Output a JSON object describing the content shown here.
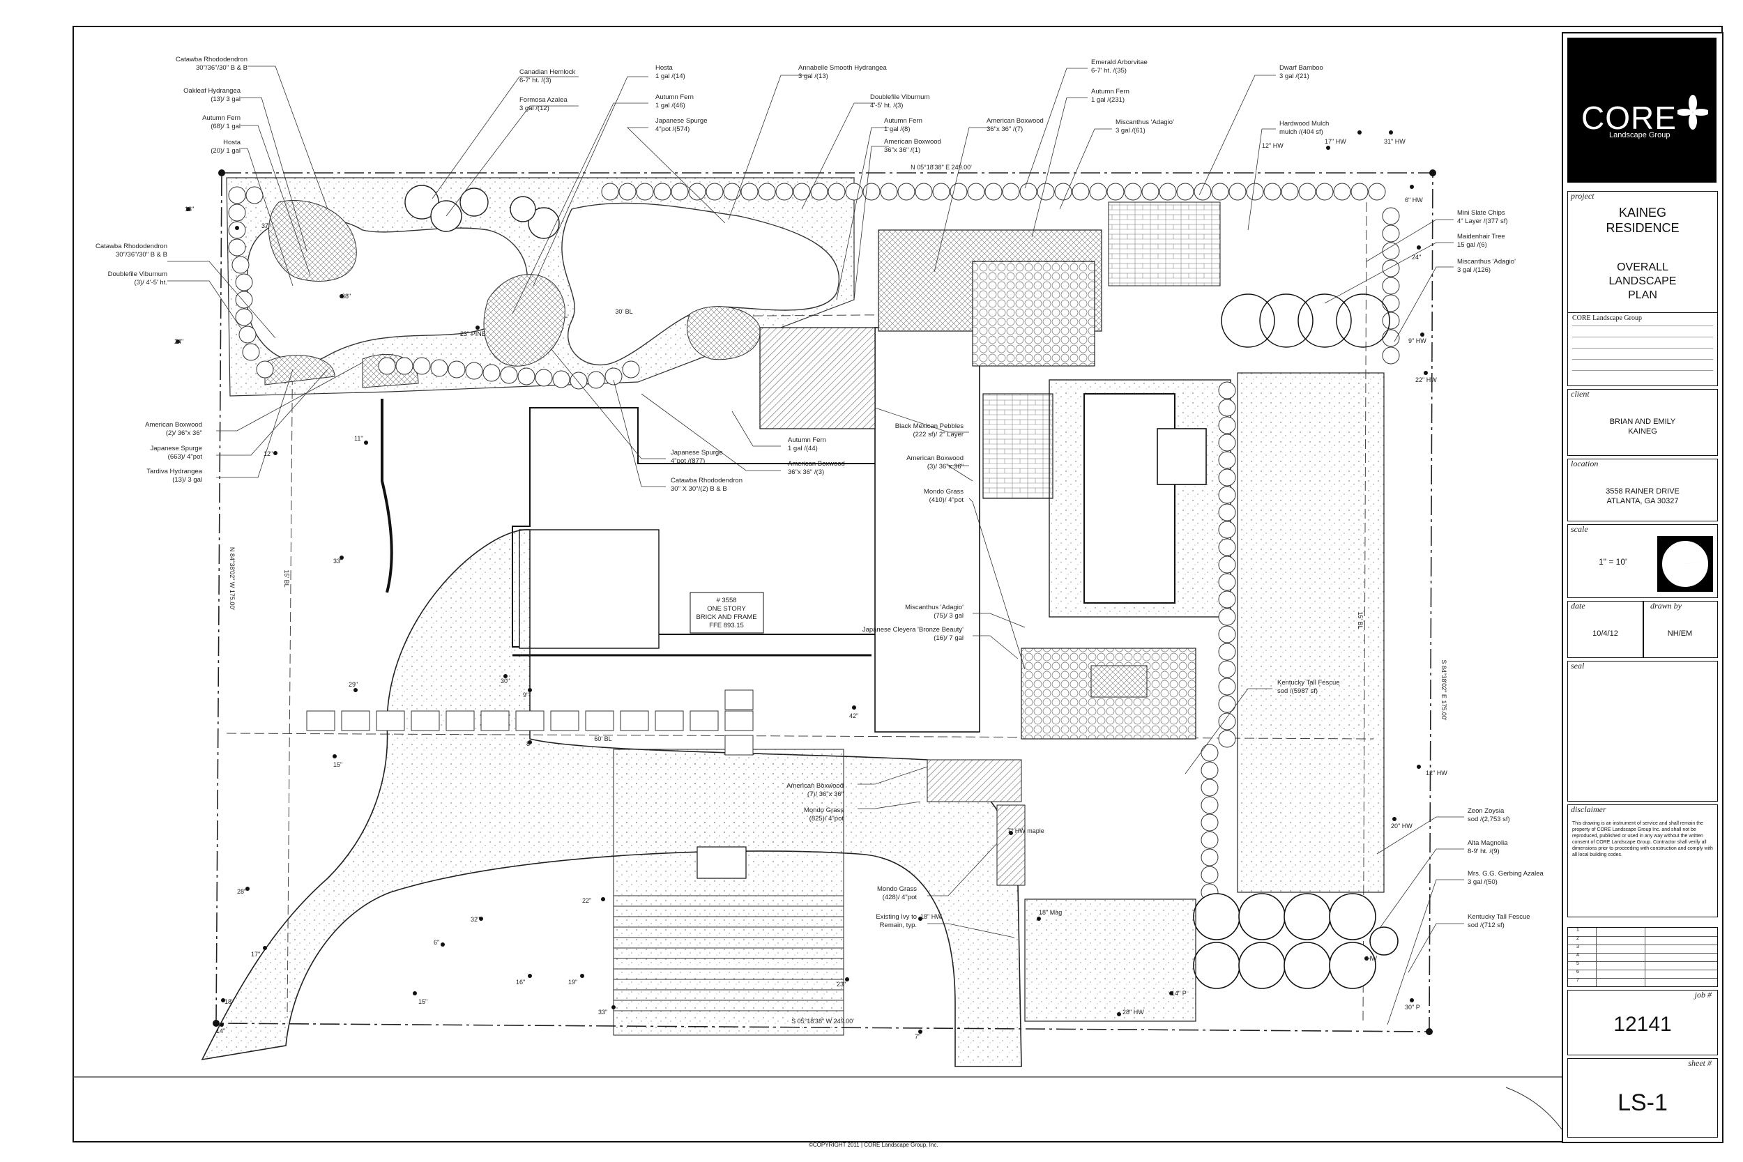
{
  "company": {
    "name": "CORE",
    "subtitle": "Landscape Group",
    "small_name": "CORE Landscape Group"
  },
  "title_block": {
    "project_tag": "project",
    "project_line1": "KAINEG",
    "project_line2": "RESIDENCE",
    "plan_line1": "OVERALL",
    "plan_line2": "LANDSCAPE",
    "plan_line3": "PLAN",
    "client_tag": "client",
    "client_line1": "BRIAN AND EMILY",
    "client_line2": "KAINEG",
    "location_tag": "location",
    "location_line1": "3558 RAINER DRIVE",
    "location_line2": "ATLANTA, GA 30327",
    "scale_tag": "scale",
    "scale_value": "1\" = 10'",
    "date_tag": "date",
    "drawn_tag": "drawn by",
    "date_value": "10/4/12",
    "drawn_value": "NH/EM",
    "seal_tag": "seal",
    "disclaimer_tag": "disclaimer",
    "disclaimer_text": "This drawing is an instrument of service and shall remain the property of CORE Landscape Group Inc. and shall not be reproduced, published or used in any way without the written consent of CORE Landscape Group. Contractor shall verify all dimensions prior to proceeding with construction and comply with all local building codes.",
    "revisions": [
      "1",
      "2",
      "3",
      "4",
      "5",
      "6",
      "7"
    ],
    "job_tag": "job #",
    "job_value": "12141",
    "sheet_tag": "sheet #",
    "sheet_value": "LS-1"
  },
  "copyright": "©COPYRIGHT 2011 | CORE Landscape Group, Inc.",
  "house": {
    "line1": "# 3558",
    "line2": "ONE STORY",
    "line3": "BRICK AND FRAME",
    "line4": "FFE 893.15"
  },
  "dimensions": {
    "north": "N 05°18'38\" E 249.00'",
    "south": "S 05°18'38\" W 249.00'",
    "west": "N 84°38'02\" W 175.00'",
    "east": "S 84°38'02\" E 175.00'",
    "rear_bl": "30' BL",
    "front_bl": "60' BL",
    "side_bl_w": "15' BL",
    "side_bl_e": "15' BL"
  },
  "callouts": [
    {
      "t1": "Catawba Rhododendron",
      "t2": "30\"/36\"/30\" B & B"
    },
    {
      "t1": "Oakleaf Hydrangea",
      "t2": "(13)/    3 gal"
    },
    {
      "t1": "Autumn Fern",
      "t2": "(68)/    1 gal"
    },
    {
      "t1": "Hosta",
      "t2": "(20)/    1 gal"
    },
    {
      "t1": "Catawba Rhododendron",
      "t2": "30\"/36\"/30\" B & B"
    },
    {
      "t1": "Doublefile Viburnum",
      "t2": "(3)/   4'-5' ht."
    },
    {
      "t1": "Canadian Hemlock",
      "t2": "6-7' ht.   /(3)"
    },
    {
      "t1": "Formosa Azalea",
      "t2": "3 gal      /(12)"
    },
    {
      "t1": "Hosta",
      "t2": "1 gal      /(14)"
    },
    {
      "t1": "Autumn Fern",
      "t2": "1 gal      /(46)"
    },
    {
      "t1": "Japanese Spurge",
      "t2": "4\"pot      /(574)"
    },
    {
      "t1": "Annabelle Smooth Hydrangea",
      "t2": "3 gal      /(13)"
    },
    {
      "t1": "Doublefile Viburnum",
      "t2": "4'-5' ht.   /(3)"
    },
    {
      "t1": "Autumn Fern",
      "t2": "1 gal      /(8)"
    },
    {
      "t1": "American Boxwood",
      "t2": "36\"x 36\"   /(1)"
    },
    {
      "t1": "American Boxwood",
      "t2": "36\"x 36\"   /(7)"
    },
    {
      "t1": "Emerald Arborvitae",
      "t2": "6-7' ht.    /(35)"
    },
    {
      "t1": "Autumn Fern",
      "t2": "1 gal      /(231)"
    },
    {
      "t1": "Miscanthus 'Adagio'",
      "t2": "3 gal      /(61)"
    },
    {
      "t1": "Dwarf Bamboo",
      "t2": "3 gal      /(21)"
    },
    {
      "t1": "Hardwood Mulch",
      "t2": "mulch    /(404 sf)"
    },
    {
      "t1": "Mini Slate Chips",
      "t2": "4\" Layer  /(377 sf)"
    },
    {
      "t1": "Maidenhair Tree",
      "t2": "15 gal    /(6)"
    },
    {
      "t1": "Miscanthus 'Adagio'",
      "t2": "3 gal      /(126)"
    },
    {
      "t1": "American Boxwood",
      "t2": "(2)/ 36\"x 36\""
    },
    {
      "t1": "Japanese Spurge",
      "t2": "(663)/    4\"pot"
    },
    {
      "t1": "Tardiva Hydrangea",
      "t2": "(13)/    3 gal"
    },
    {
      "t1": "Japanese Spurge",
      "t2": "4\"pot      /(877)"
    },
    {
      "t1": "Catawba Rhododendron",
      "t2": "30\" X 30\"/(2) B & B"
    },
    {
      "t1": "Autumn Fern",
      "t2": "1 gal      /(44)"
    },
    {
      "t1": "American Boxwood",
      "t2": "36\"x 36\"   /(3)"
    },
    {
      "t1": "Black Mexican Pebbles",
      "t2": "(222 sf)/  2\" Layer"
    },
    {
      "t1": "American Boxwood",
      "t2": "(3)/  36\"x 36\""
    },
    {
      "t1": "Mondo Grass",
      "t2": "(410)/    4\"pot"
    },
    {
      "t1": "Miscanthus 'Adagio'",
      "t2": "(75)/    3 gal"
    },
    {
      "t1": "Japanese Cleyera 'Bronze Beauty'",
      "t2": "(16)/    7 gal"
    },
    {
      "t1": "Kentucky Tall Fescue",
      "t2": "sod    /(5987 sf)"
    },
    {
      "t1": "American Boxwood",
      "t2": "(7)/ 36\"x 36\""
    },
    {
      "t1": "Mondo Grass",
      "t2": "(825)/    4\"pot"
    },
    {
      "t1": "Mondo Grass",
      "t2": "(428)/    4\"pot"
    },
    {
      "t1": "Existing Ivy to",
      "t2": "Remain, typ."
    },
    {
      "t1": "Zeon Zoysia",
      "t2": "sod     /(2,753 sf)"
    },
    {
      "t1": "Alta Magnolia",
      "t2": "8-9' ht.   /(9)"
    },
    {
      "t1": "Mrs. G.G. Gerbing Azalea",
      "t2": "3 gal      /(50)"
    },
    {
      "t1": "Kentucky Tall Fescue",
      "t2": "sod    /(712 sf)"
    }
  ],
  "trees": [
    "12\" HW",
    "17\" HW",
    "31\" HW",
    "6\" HW",
    "24\"",
    "9\" HW",
    "22\" HW",
    "12\" HW",
    "20\" HW",
    "38\"",
    "23\" PINE",
    "11\"",
    "12\"",
    "33\"",
    "29\"",
    "15\"",
    "30\"",
    "9\"",
    "8\"",
    "42\"",
    "28\"",
    "17\"",
    "22\"",
    "32\"",
    "6\"",
    "16\"",
    "19\"",
    "33\"",
    "23\"",
    "15\"",
    "18\"",
    "14\"",
    "18\" HW",
    "18\" Mag",
    "14\" P",
    "28\" HW",
    "30\" P",
    "HW",
    "7\" HW maple",
    "7\"",
    "13\"",
    "37\"",
    "24\""
  ]
}
